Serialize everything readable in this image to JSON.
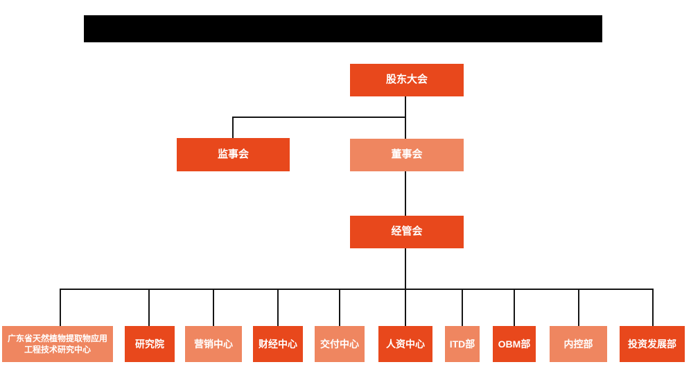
{
  "palette": {
    "primary": "#e8481c",
    "secondary": "#ef8660",
    "connector": "#141414",
    "node_text": "#ffffff",
    "title_bar": "#000000",
    "background": "#ffffff"
  },
  "title_bar": {
    "type": "redacted-black-rectangle"
  },
  "org_chart": {
    "nodes": {
      "shareholders": {
        "label": "股东大会",
        "tone": "primary"
      },
      "supervisory": {
        "label": "监事会",
        "tone": "primary"
      },
      "board": {
        "label": "董事会",
        "tone": "secondary"
      },
      "management": {
        "label": "经管会",
        "tone": "primary"
      },
      "departments": [
        {
          "label": "广东省天然植物提取物应用工程技术研究中心",
          "tone": "secondary"
        },
        {
          "label": "研究院",
          "tone": "primary"
        },
        {
          "label": "营销中心",
          "tone": "secondary"
        },
        {
          "label": "财经中心",
          "tone": "primary"
        },
        {
          "label": "交付中心",
          "tone": "secondary"
        },
        {
          "label": "人资中心",
          "tone": "primary"
        },
        {
          "label": "ITD部",
          "tone": "secondary"
        },
        {
          "label": "OBM部",
          "tone": "primary"
        },
        {
          "label": "内控部",
          "tone": "secondary"
        },
        {
          "label": "投资发展部",
          "tone": "primary"
        }
      ]
    },
    "hierarchy": {
      "root": "股东大会",
      "level2": [
        "监事会",
        "董事会"
      ],
      "level3": [
        "经管会"
      ],
      "level4_parent": "经管会"
    }
  }
}
